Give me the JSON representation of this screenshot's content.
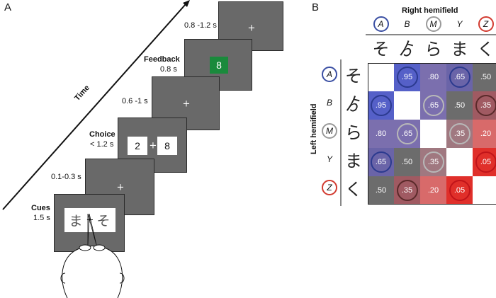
{
  "panel_a": {
    "letter": "A",
    "time_label": "Time",
    "cues": {
      "title": "Cues",
      "duration": "1.5 s",
      "left_char": "ま",
      "right_char": "そ"
    },
    "isi1": {
      "duration": "0.1-0.3 s"
    },
    "choice": {
      "title": "Choice",
      "duration": "< 1.2 s",
      "left_value": "2",
      "right_value": "8"
    },
    "isi2": {
      "duration": "0.6 -1 s"
    },
    "feedback": {
      "title": "Feedback",
      "duration": "0.8 s",
      "value": "8",
      "color": "#1a8a3c"
    },
    "iti": {
      "duration": "0.8 -1.2 s"
    },
    "fixation": "+"
  },
  "panel_b": {
    "letter": "B",
    "top_title": "Right hemifield",
    "side_title": "Left hemifield",
    "stimuli": [
      {
        "letter": "A",
        "kana": "そ",
        "circle": "#3a4fa3"
      },
      {
        "letter": "B",
        "kana": "ゟ",
        "circle": null
      },
      {
        "letter": "M",
        "kana": "ら",
        "circle": "#9a9a9a"
      },
      {
        "letter": "Y",
        "kana": "ま",
        "circle": null
      },
      {
        "letter": "Z",
        "kana": "く",
        "circle": "#d23a2f"
      }
    ],
    "matrix": [
      [
        null,
        ".95",
        ".80",
        ".65",
        ".50"
      ],
      [
        ".95",
        null,
        ".65",
        ".50",
        ".35"
      ],
      [
        ".80",
        ".65",
        null,
        ".35",
        ".20"
      ],
      [
        ".65",
        ".50",
        ".35",
        null,
        ".05"
      ],
      [
        ".50",
        ".35",
        ".20",
        ".05",
        null
      ]
    ],
    "cell_colors": [
      [
        "#ffffff",
        "#5560c8",
        "#7b6fae",
        "#6a64a8",
        "#6c6c6c"
      ],
      [
        "#5560c8",
        "#ffffff",
        "#7b6fae",
        "#6c6c6c",
        "#a05a62"
      ],
      [
        "#7b6fae",
        "#7b6fae",
        "#ffffff",
        "#a07880",
        "#d86a6a"
      ],
      [
        "#6a64a8",
        "#6c6c6c",
        "#a07880",
        "#ffffff",
        "#e02f2a"
      ],
      [
        "#6c6c6c",
        "#a05a62",
        "#d86a6a",
        "#e02f2a",
        "#ffffff"
      ]
    ],
    "ring_colors": {
      "blue": "#2b3a8f",
      "gray": "#b8b8b8",
      "darkred": "#5a2a2a",
      "red": "#c0141a"
    }
  }
}
